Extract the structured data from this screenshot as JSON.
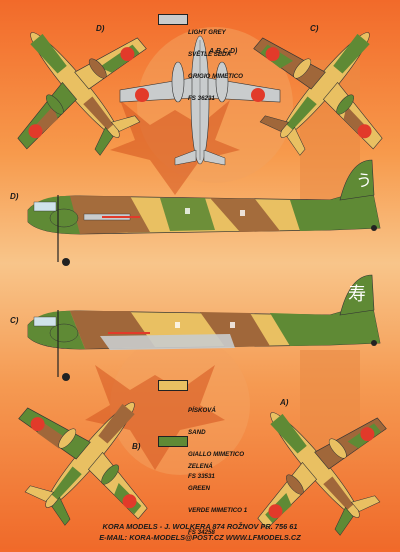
{
  "views": {
    "top_left": "D)",
    "top_right": "C)",
    "side_top": "D)",
    "side_bottom": "C)",
    "plan_center": "A,B,C,D)",
    "bottom_left": "B)",
    "bottom_right": "A)"
  },
  "legend": {
    "light_grey": {
      "lines": [
        "LIGHT GREY",
        "SVĚTLE ŠEDÁ",
        "GRIGIO MIMETICO",
        "FS 36231"
      ],
      "color": "#c9cccd"
    },
    "sand": {
      "lines": [
        "PÍSKOVÁ",
        "SAND",
        "GIALLO MIMETICO",
        "FS 33531"
      ],
      "color": "#e9c062"
    },
    "green": {
      "lines": [
        "ZELENÁ",
        "GREEN",
        "VERDE MIMETICO 1",
        "FS 34258"
      ],
      "color": "#5f8a35"
    }
  },
  "tail_codes": {
    "upper": "う",
    "lower": "寿"
  },
  "footer": {
    "line1": "KORA MODELS - J. WOLKERA 874 ROŽNOV PR. 756 61",
    "line2": "E-MAIL: KORA-MODELS@POST.CZ   WWW.LFMODELS.CZ"
  },
  "colors": {
    "sand": "#e9c062",
    "green": "#5f8a35",
    "brown": "#a0673a",
    "grey": "#c9cccd",
    "hinomaru": "#e23a2a"
  }
}
